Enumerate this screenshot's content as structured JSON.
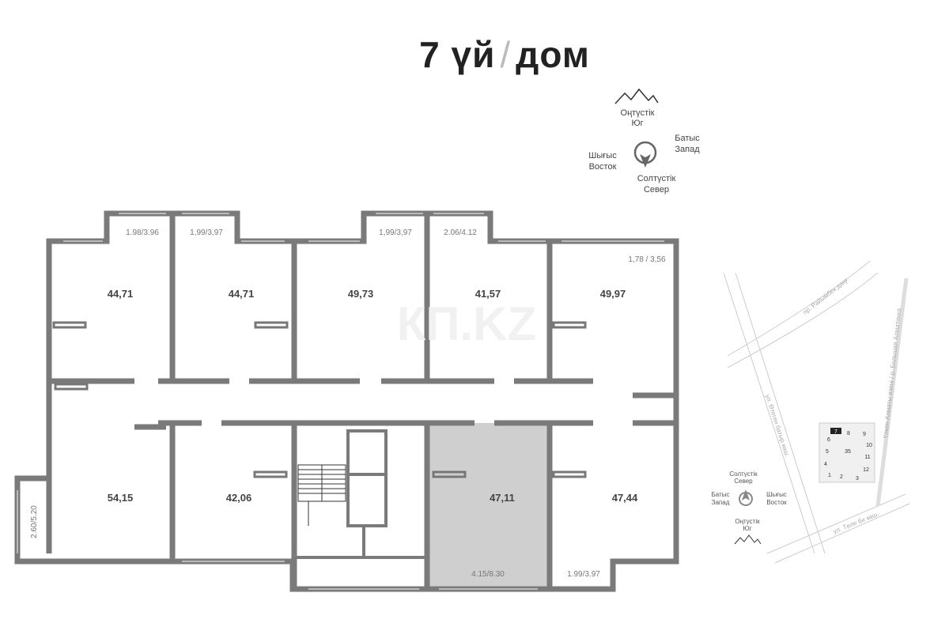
{
  "title": {
    "number_kz": "7 үй",
    "separator": "/",
    "label_ru": "дом"
  },
  "compass_main": {
    "south": [
      "Оңтүстік",
      "Юг"
    ],
    "west": [
      "Батыс",
      "Запад"
    ],
    "east": [
      "Шығыс",
      "Восток"
    ],
    "north": [
      "Солтүстік",
      "Север"
    ]
  },
  "units": [
    {
      "area": "44,71",
      "balcony": "1.98/3.96"
    },
    {
      "area": "44,71",
      "balcony": "1,99/3,97"
    },
    {
      "area": "49,73",
      "balcony": "1,99/3,97"
    },
    {
      "area": "41,57",
      "balcony": "2.06/4.12"
    },
    {
      "area": "49,97",
      "balcony": "1,78 / 3,56"
    },
    {
      "area": "54,15",
      "balcony": "2.60/5.20"
    },
    {
      "area": "42,06"
    },
    {
      "area": "47,11",
      "balcony": "4.15/8.30",
      "highlighted": true
    },
    {
      "area": "47,44",
      "balcony": "1.99/3.97"
    }
  ],
  "watermark": "КП.KZ",
  "map": {
    "streets": [
      "пр. Райымбек даңғ.",
      "ул. Өтеген батыр көш.",
      "ул. Төле би көш.",
      "Үлкен Алматы өзені / р. Большая Алматинка"
    ],
    "buildings": [
      "7",
      "8",
      "9",
      "6",
      "10",
      "5",
      "35",
      "11",
      "4",
      "12",
      "1",
      "2",
      "3"
    ],
    "compass": {
      "north": [
        "Солтүстік",
        "Север"
      ],
      "west": [
        "Батыс",
        "Запад"
      ],
      "east": [
        "Шығыс",
        "Восток"
      ],
      "south": [
        "Оңтүстік",
        "Юг"
      ]
    }
  },
  "colors": {
    "wall": "#7a7a7a",
    "highlight": "#cfcfcf"
  }
}
